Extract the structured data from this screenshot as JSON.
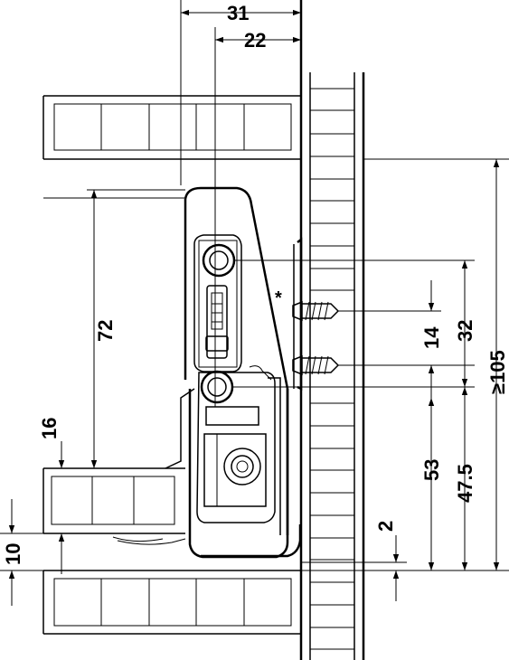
{
  "dimensions": {
    "width_31": "31",
    "width_22": "22",
    "height_72": "72",
    "height_16": "16",
    "height_10": "10",
    "gap_2": "2",
    "height_53": "53",
    "height_47_5": "47.5",
    "height_14": "14",
    "height_32": "32",
    "height_min_105": "≥105"
  },
  "annotations": {
    "asterisk": "*"
  },
  "colors": {
    "line": "#000000",
    "background": "#ffffff",
    "panel_fill": "#e6e6e6"
  }
}
